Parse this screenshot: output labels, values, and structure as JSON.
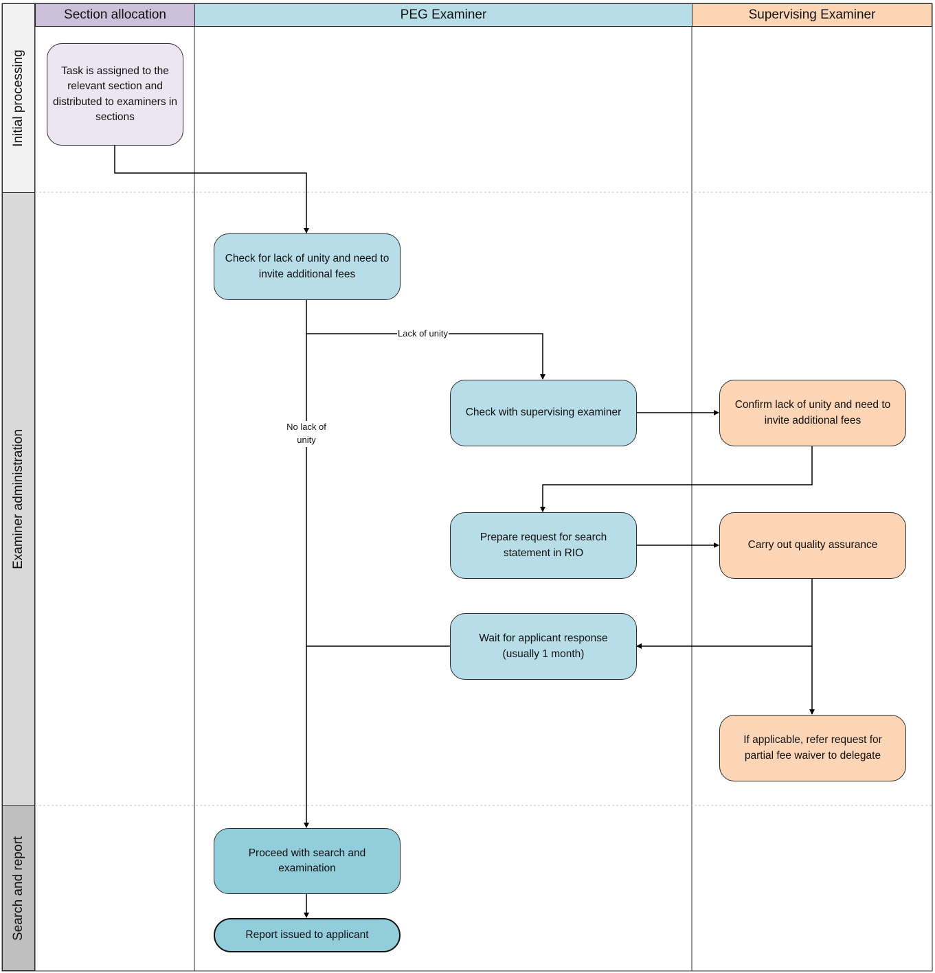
{
  "lanes": [
    {
      "title": "Section allocation",
      "color": "#ccc0da"
    },
    {
      "title": "PEG Examiner",
      "color": "#b7dde8"
    },
    {
      "title": "Supervising Examiner",
      "color": "#fcd5b4"
    }
  ],
  "phases": [
    {
      "title": "Initial processing"
    },
    {
      "title": "Examiner administration"
    },
    {
      "title": "Search and report"
    }
  ],
  "nodes": {
    "assign": "Task is assigned to the relevant section and distributed to examiners in sections",
    "check_unity": "Check for lack of unity and need to invite additional fees",
    "check_supervisor": "Check with supervising examiner",
    "confirm": "Confirm lack of unity and need to invite additional fees",
    "prepare": "Prepare request for search statement in RIO",
    "qa": "Carry out quality assurance",
    "wait": "Wait for applicant response (usually 1 month)",
    "refer": "If applicable, refer request for partial fee waiver to delegate",
    "proceed": "Proceed with search and examination",
    "report": "Report issued to applicant"
  },
  "edge_labels": {
    "lack": "Lack of unity",
    "no_lack": "No lack of unity"
  },
  "colors": {
    "section_fill": "#ebe6f2",
    "peg_fill": "#b7dde8",
    "peg_fill_dark": "#92cddc",
    "sup_fill": "#fbd5b5",
    "phase_fill": "#d9d9d9",
    "phase_fill_light": "#f2f2f2"
  }
}
